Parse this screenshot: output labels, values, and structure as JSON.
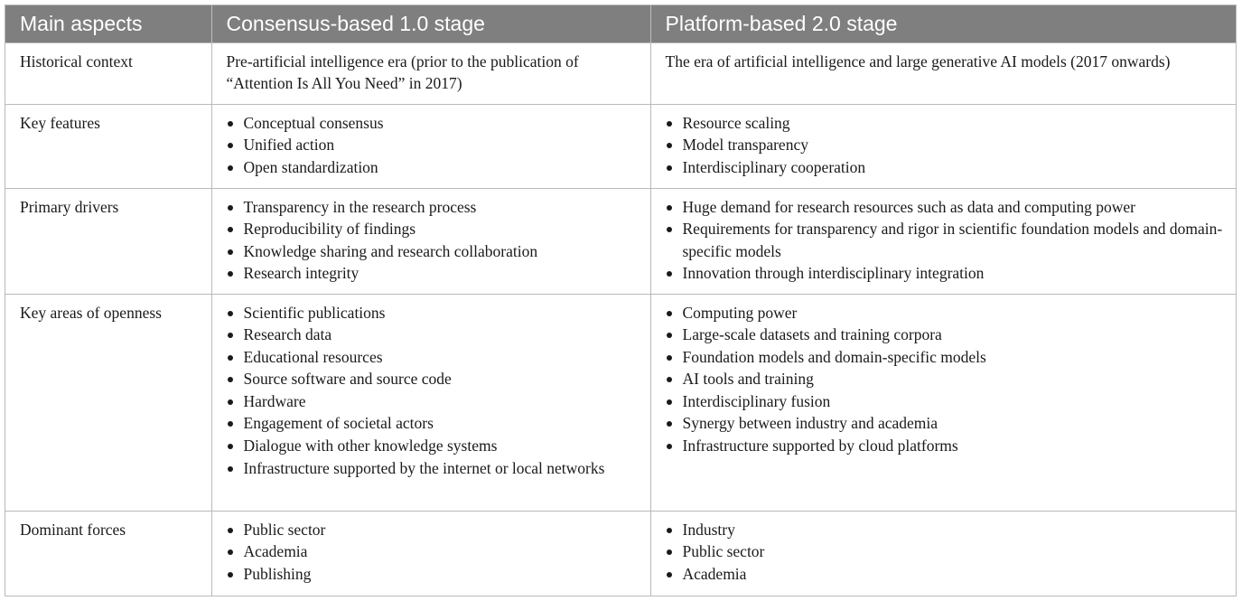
{
  "table": {
    "headers": [
      "Main aspects",
      "Consensus-based 1.0 stage",
      "Platform-based 2.0 stage"
    ],
    "rows": [
      {
        "aspect": "Historical context",
        "stage1_text": "Pre-artificial intelligence era (prior to the publication of “Attention Is All You Need” in 2017)",
        "stage2_text": "The era of artificial intelligence and large generative AI models (2017 onwards)"
      },
      {
        "aspect": "Key features",
        "stage1_items": [
          "Conceptual consensus",
          "Unified action",
          "Open standardization"
        ],
        "stage2_items": [
          "Resource scaling",
          "Model transparency",
          "Interdisciplinary cooperation"
        ]
      },
      {
        "aspect": "Primary drivers",
        "stage1_items": [
          "Transparency in the research process",
          "Reproducibility of findings",
          "Knowledge sharing and research collaboration",
          "Research integrity"
        ],
        "stage2_items": [
          "Huge demand for research resources such as data and computing power",
          "Requirements for transparency and rigor in scientific foundation models and domain-specific models",
          "Innovation through interdisciplinary integration"
        ]
      },
      {
        "aspect": "Key areas of openness",
        "stage1_items": [
          "Scientific publications",
          "Research data",
          "Educational resources",
          "Source software and source code",
          "Hardware",
          "Engagement of societal actors",
          "Dialogue with other knowledge systems",
          "Infrastructure supported by the internet or local networks"
        ],
        "stage2_items": [
          "Computing power",
          "Large-scale datasets and training corpora",
          "Foundation models and domain-specific models",
          "AI tools and training",
          "Interdisciplinary fusion",
          "Synergy between industry and academia",
          "Infrastructure supported by cloud platforms"
        ]
      },
      {
        "aspect": "Dominant forces",
        "stage1_items": [
          "Public sector",
          "Academia",
          " Publishing"
        ],
        "stage2_items": [
          "Industry",
          "Public sector",
          " Academia"
        ]
      }
    ]
  }
}
